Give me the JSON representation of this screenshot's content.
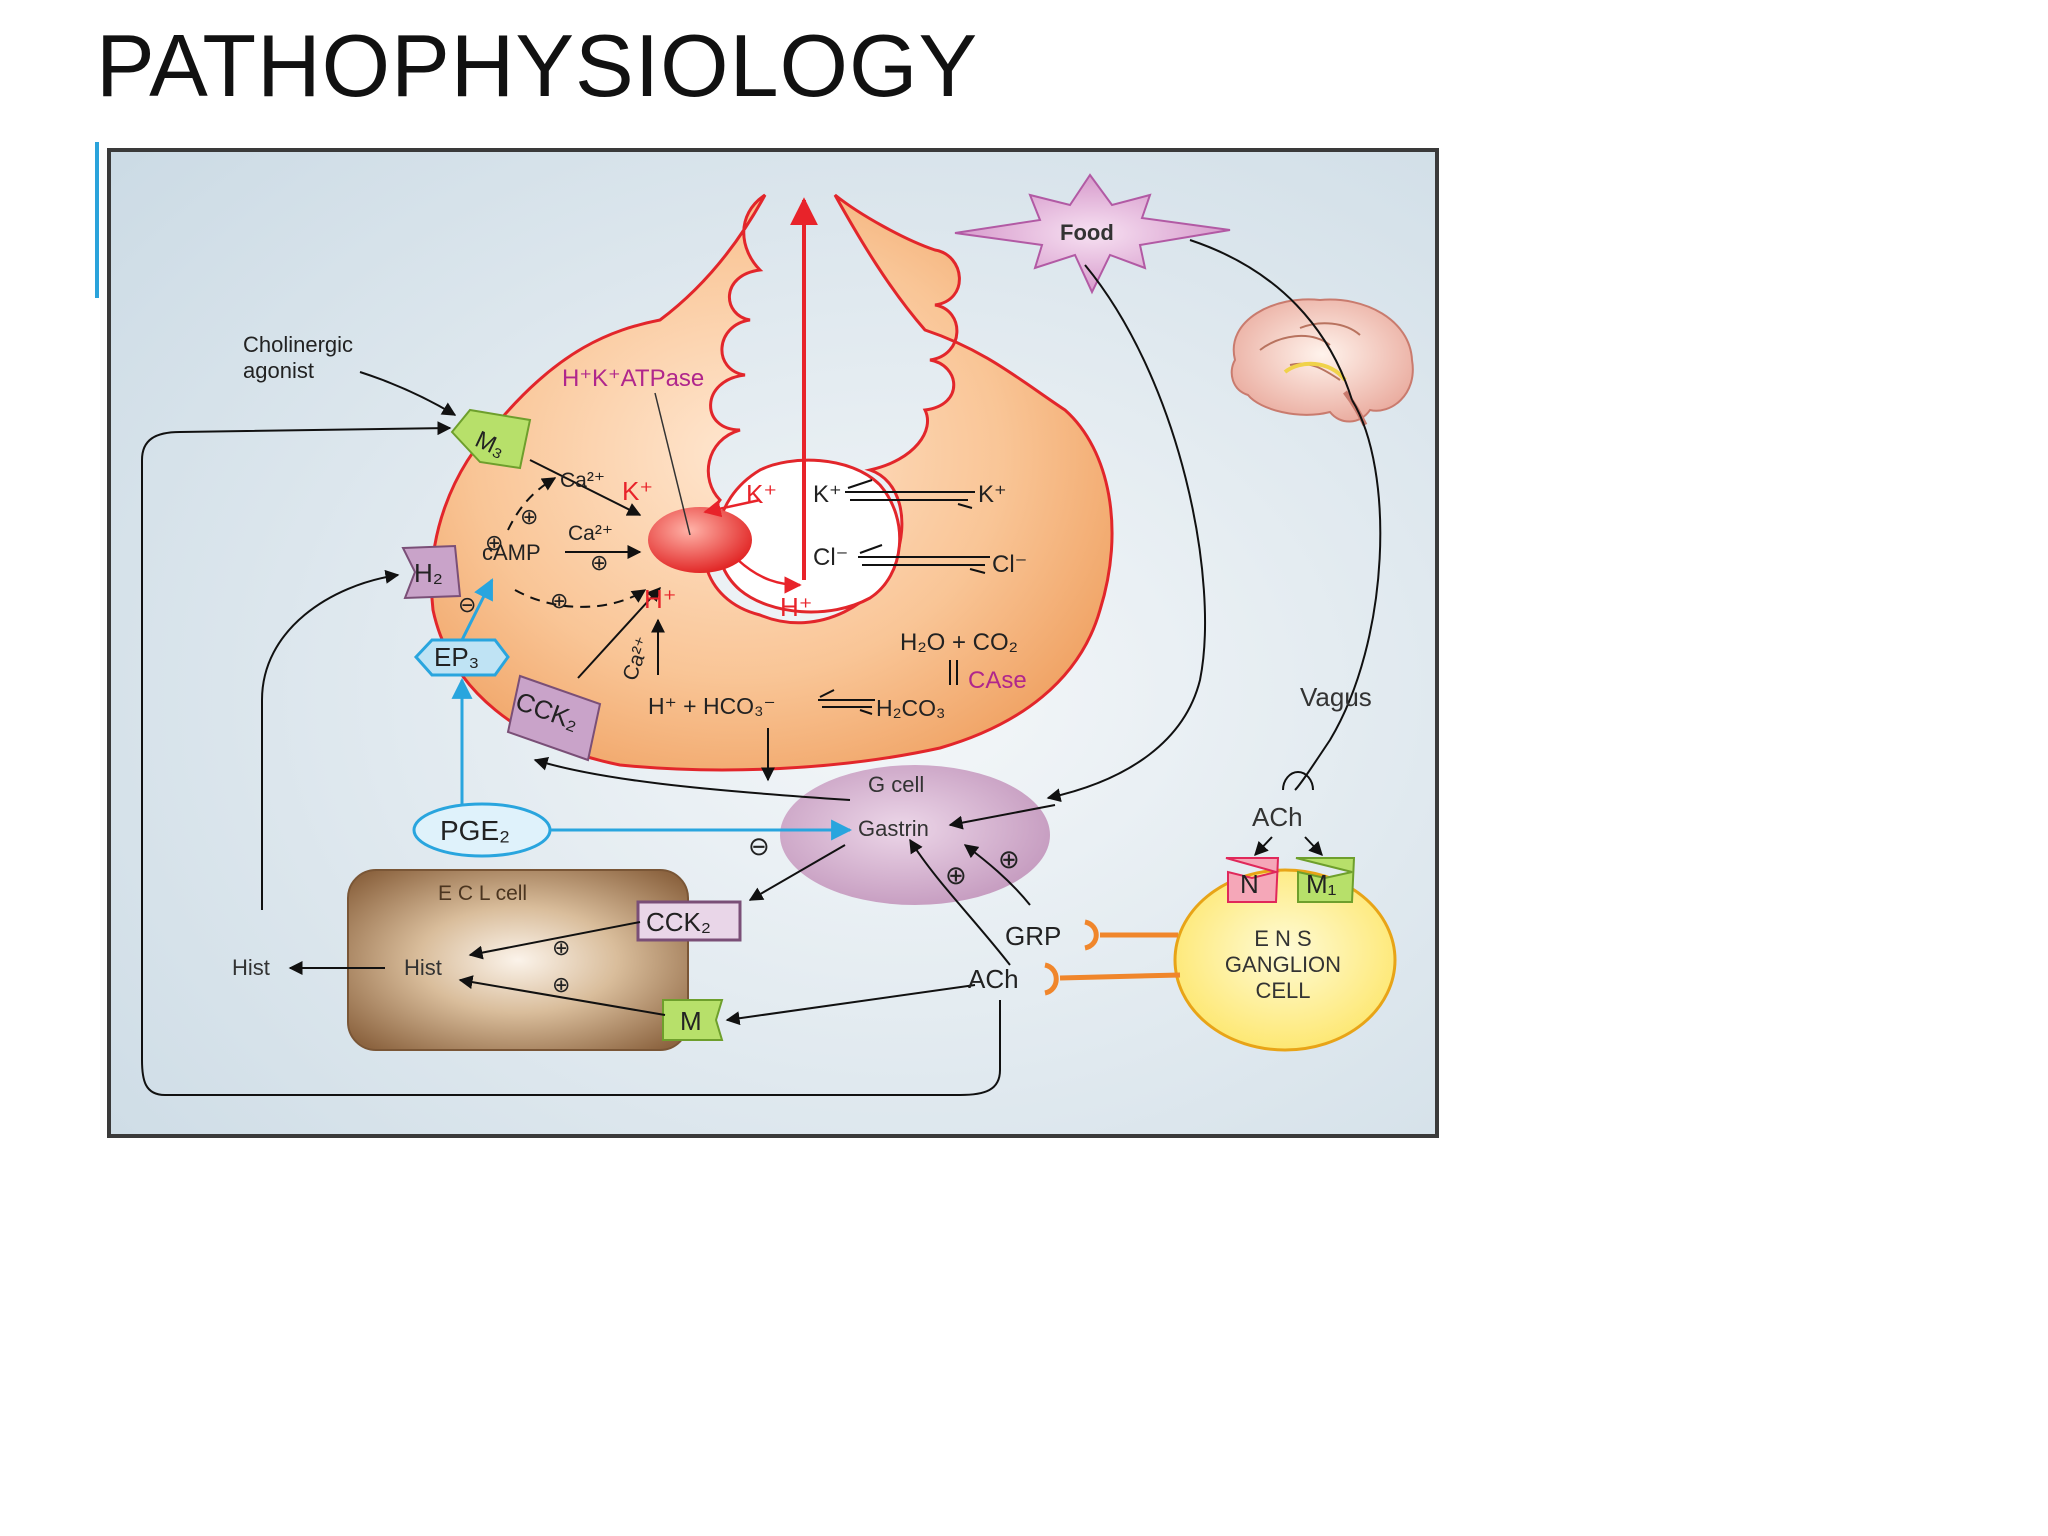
{
  "slide": {
    "title": "PATHOPHYSIOLOGY"
  },
  "colors": {
    "panel": "#dfe9f0",
    "parietal_cell": "#f6b27f",
    "acid_red": "#e8232a",
    "g_cell": "#c89bc0",
    "ecl_cell": "#a8805a",
    "ens_cell": "#fff07a",
    "pge_blue": "#29a5de",
    "orange_synapse": "#f0862b",
    "receptor_green": "#b7e06a",
    "receptor_purple": "#c9a3c9"
  },
  "icons": {
    "food": "starburst",
    "brain": "brain-illustration"
  },
  "diagram": {
    "cholinergic_agonist": [
      "Cholinergic",
      "agonist"
    ],
    "pump_label": "H⁺K⁺ATPase",
    "m3": "M₃",
    "h2": "H₂",
    "camp": "cAMP",
    "ep3": "EP₃",
    "cck2_parietal": "CCK₂",
    "ca_1": "Ca²⁺",
    "ca_2": "Ca²⁺",
    "ca_3": "Ca²⁺",
    "k_in": "K⁺",
    "k_pump": "K⁺",
    "h_pump": "H⁺",
    "h_lumen": "H⁺",
    "k_left": "K⁺",
    "k_right": "K⁺",
    "cl_left": "Cl⁻",
    "cl_right": "Cl⁻",
    "h2o_co2": "H₂O + CO₂",
    "case": "CAse",
    "h_hco3": "H⁺ + HCO₃⁻",
    "h2co3": "H₂CO₃",
    "plus": "⊕",
    "minus": "⊖",
    "food": "Food",
    "vagus": "Vagus",
    "ach_top": "ACh",
    "n": "N",
    "m1": "M₁",
    "ens_cell": [
      "E N S",
      "GANGLION",
      "CELL"
    ],
    "g_cell": "G cell",
    "gastrin": "Gastrin",
    "grp": "GRP",
    "ach_bottom": "ACh",
    "pge2": "PGE₂",
    "ecl_cell": "E C L cell",
    "cck2_ecl": "CCK₂",
    "hist_ecl": "Hist",
    "hist_out": "Hist",
    "m": "M"
  }
}
